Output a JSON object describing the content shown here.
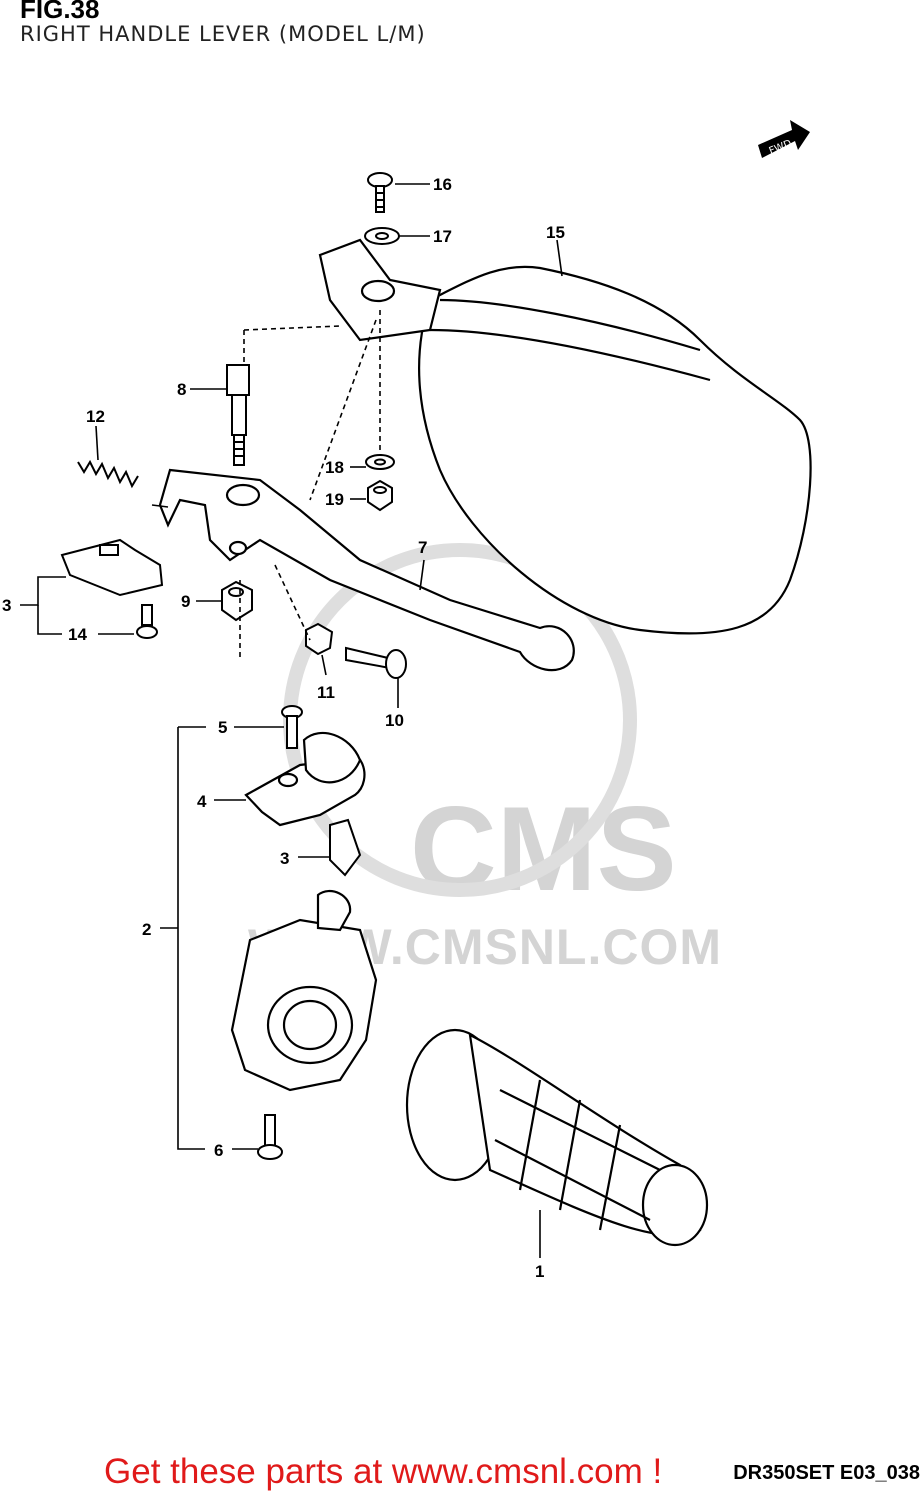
{
  "figure": {
    "number": "FIG.38",
    "title": "RIGHT HANDLE LEVER (MODEL L/M)",
    "direction_marker": "FWD",
    "diagram_code": "DR350SET E03_038",
    "watermark_logo": "CMS",
    "watermark_url": "WWW.CMSNL.COM"
  },
  "footer": {
    "banner": "Get these parts at www.cmsnl.com !"
  },
  "callouts": {
    "c1": "1",
    "c2": "2",
    "c3a": "3",
    "c3b": "3",
    "c4": "4",
    "c5": "5",
    "c6": "6",
    "c7": "7",
    "c8": "8",
    "c9": "9",
    "c10": "10",
    "c11": "11",
    "c12": "12",
    "c14": "14",
    "c15": "15",
    "c16": "16",
    "c17": "17",
    "c18": "18",
    "c19": "19"
  }
}
